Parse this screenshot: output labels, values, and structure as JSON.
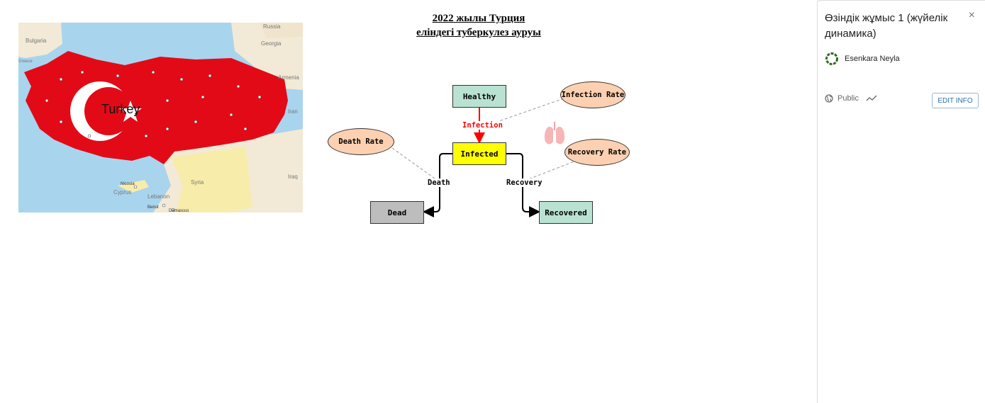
{
  "map": {
    "country_label": "Turkey",
    "places": [
      "Bulgaria",
      "Russia",
      "Georgia",
      "Armenia",
      "Iran",
      "Iraq",
      "Syria",
      "Lebanon",
      "Cyprus",
      "Nicosia",
      "Beirut",
      "Damascus",
      "Greece"
    ],
    "colors": {
      "sea": "#a8d4ee",
      "land": "#f2ead6",
      "flag": "#e30a17",
      "syria": "#f7ecaa"
    }
  },
  "title": {
    "line1": "2022 жылы Турция",
    "line2": "еліндегі туберкулез ауруы"
  },
  "diagram": {
    "nodes": {
      "healthy": "Healthy",
      "infected": "Infected",
      "dead": "Dead",
      "recovered": "Recovered"
    },
    "parameters": {
      "infection_rate": "Infection Rate",
      "death_rate": "Death Rate",
      "recovery_rate": "Recovery Rate"
    },
    "flows": {
      "infection": "Infection",
      "death": "Death",
      "recovery": "Recovery"
    },
    "colors": {
      "healthy": "#b9e2d2",
      "infected": "#ffff00",
      "dead": "#bdbdbd",
      "recovered": "#b9e2d2",
      "parameter": "#fdd0b1",
      "infection_flow": "#ff0000",
      "flow": "#000000"
    },
    "icon": "lungs-icon"
  },
  "panel": {
    "title": "Өзіндік жұмыс 1 (жүйелік динамика)",
    "close_icon": "×",
    "author": "Esenkara Neyla",
    "visibility": "Public",
    "edit_button": "EDIT INFO"
  }
}
